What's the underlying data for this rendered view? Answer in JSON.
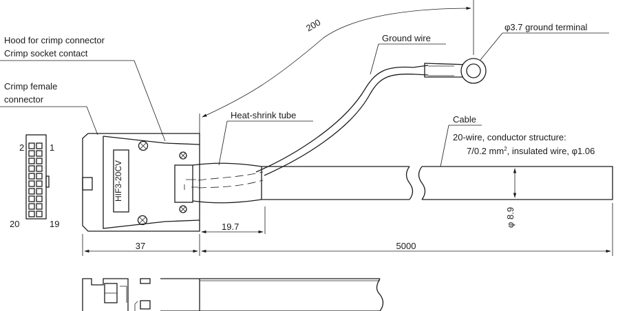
{
  "labels": {
    "hood": "Hood for crimp connector",
    "contact": "Crimp socket contact",
    "female_1": "Crimp female",
    "female_2": "connector",
    "heat_shrink": "Heat-shrink tube",
    "ground_wire": "Ground wire",
    "terminal": "φ3.7 ground terminal",
    "cable": "Cable",
    "cable_spec_1": "20-wire, conductor structure:",
    "cable_spec_2a": "7/0.2 mm",
    "cable_spec_2sup": "2",
    "cable_spec_2b": ", insulated wire, φ1.06",
    "model": "HIF3-20CV"
  },
  "pins": {
    "top_left": "2",
    "top_right": "1",
    "bottom_left": "20",
    "bottom_right": "19"
  },
  "dimensions": {
    "ground_length": "200",
    "tube_offset": "19.7",
    "hood_length": "37",
    "cable_length": "5000",
    "cable_diameter": "φ 8.9"
  }
}
